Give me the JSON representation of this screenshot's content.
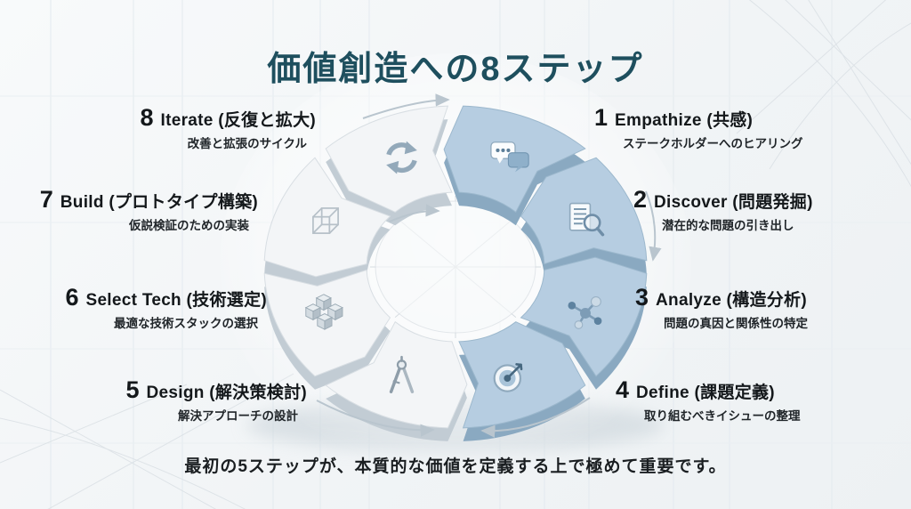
{
  "title": "価値創造への8ステップ",
  "footer": "最初の5ステップが、本質的な価値を定義する上で極めて重要です。",
  "colors": {
    "title_text": "#1e4f5e",
    "body_text": "#14181b",
    "segment_blue_top": "#b6cde1",
    "segment_blue_edge": "#9cb8cd",
    "segment_blue_side": "#8aa9c1",
    "segment_white_top": "#f3f5f7",
    "segment_white_edge": "#d8dee3",
    "segment_white_side": "#c2ccd4",
    "flow_arrow": "#b9c5ce",
    "guide_line": "#dde3e8"
  },
  "steps": [
    {
      "num": "1",
      "label": "Empathize (共感)",
      "desc": "ステークホルダーへのヒアリング",
      "icon": "speech-bubbles-icon",
      "tone": "blue"
    },
    {
      "num": "2",
      "label": "Discover (問題発掘)",
      "desc": "潜在的な問題の引き出し",
      "icon": "document-search-icon",
      "tone": "blue"
    },
    {
      "num": "3",
      "label": "Analyze (構造分析)",
      "desc": "問題の真因と関係性の特定",
      "icon": "molecule-icon",
      "tone": "blue"
    },
    {
      "num": "4",
      "label": "Define (課題定義)",
      "desc": "取り組むべきイシューの整理",
      "icon": "target-dart-icon",
      "tone": "blue"
    },
    {
      "num": "5",
      "label": "Design (解決策検討)",
      "desc": "解決アプローチの設計",
      "icon": "drafting-compass-icon",
      "tone": "white"
    },
    {
      "num": "6",
      "label": "Select Tech (技術選定)",
      "desc": "最適な技術スタックの選択",
      "icon": "building-blocks-icon",
      "tone": "white"
    },
    {
      "num": "7",
      "label": "Build (プロトタイプ構築)",
      "desc": "仮説検証のための実装",
      "icon": "wireframe-cube-icon",
      "tone": "white"
    },
    {
      "num": "8",
      "label": "Iterate (反復と拡大)",
      "desc": "改善と拡張のサイクル",
      "icon": "refresh-cycle-icon",
      "tone": "white"
    }
  ],
  "diagram": {
    "type": "cycle",
    "segment_count": 8,
    "flow": "clockwise"
  }
}
